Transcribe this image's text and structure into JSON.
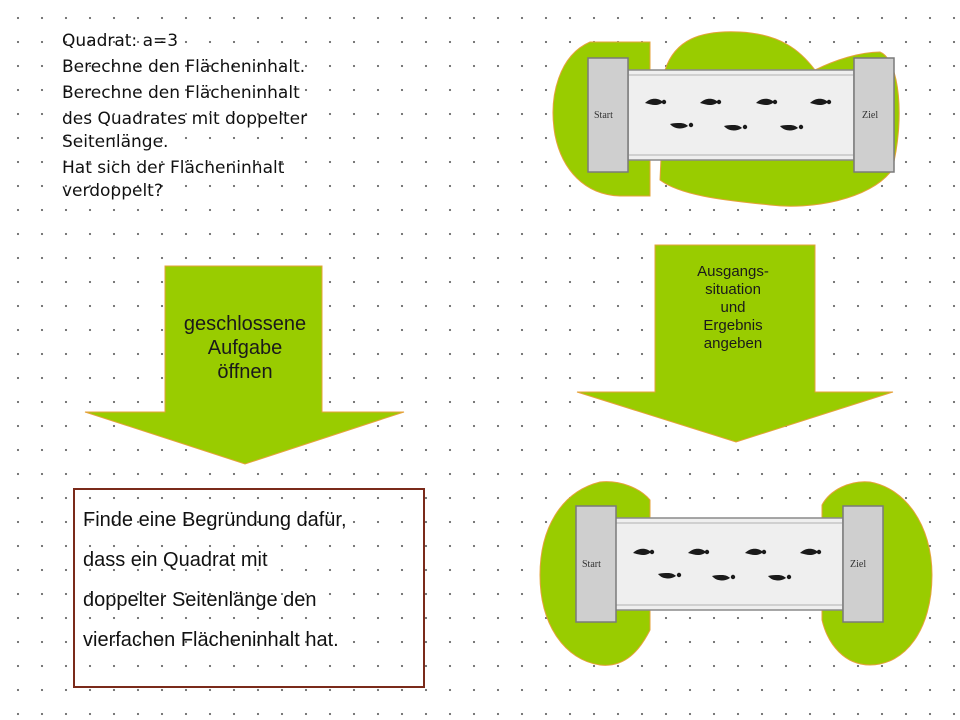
{
  "task": {
    "lines": [
      "Quadrat: a=3",
      "Berechne den Flächeninhalt.",
      "Berechne den Flächeninhalt",
      "des Quadrates mit doppelter",
      "Seitenlänge.",
      "Hat sich der Flächeninhalt",
      "verdoppelt?"
    ]
  },
  "arrows": {
    "left_label": "geschlossene\nAufgabe\nöffnen",
    "right_label": "Ausgangs-\nsituation\nund\nErgebnis\nangeben"
  },
  "result": {
    "lines": [
      "Finde eine Begründung dafür,",
      "dass ein Quadrat mit",
      "doppelter Seitenlänge den",
      "vierfachen Flächeninhalt hat."
    ]
  },
  "track_top": {
    "start_label": "Start",
    "goal_label": "Ziel"
  },
  "track_bottom": {
    "start_label": "Start",
    "goal_label": "Ziel"
  },
  "colors": {
    "green": "#99cc00",
    "green_border": "#e5a23a",
    "track_fill": "#efefef",
    "post_fill": "#cfcfcf",
    "box_border": "#7a2a1a"
  }
}
